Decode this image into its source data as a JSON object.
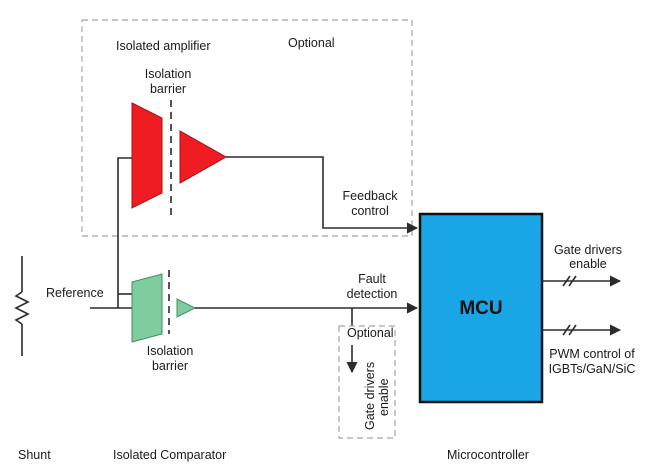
{
  "diagram": {
    "optional_top": "Optional",
    "isolated_amplifier": "Isolated amplifier",
    "isolation_barrier_top": [
      "Isolation",
      "barrier"
    ],
    "feedback_control": [
      "Feedback",
      "control"
    ],
    "reference": "Reference",
    "fault_detection": [
      "Fault",
      "detection"
    ],
    "mcu": "MCU",
    "gate_drivers_enable_right": [
      "Gate drivers",
      "enable"
    ],
    "pwm_control": [
      "PWM control of",
      "IGBTs/GaN/SiC"
    ],
    "isolation_barrier_bottom": [
      "Isolation",
      "barrier"
    ],
    "optional_bottom": "Optional",
    "gate_drivers_enable_bottom": [
      "Gate drivers",
      "enable"
    ],
    "footer_shunt": "Shunt",
    "footer_isolated_comparator": "Isolated Comparator",
    "footer_microcontroller": "Microcontroller"
  },
  "colors": {
    "amplifier_red": "#ef1c24",
    "comparator_green": "#7fcca0",
    "mcu_blue": "#1aa6e6"
  }
}
